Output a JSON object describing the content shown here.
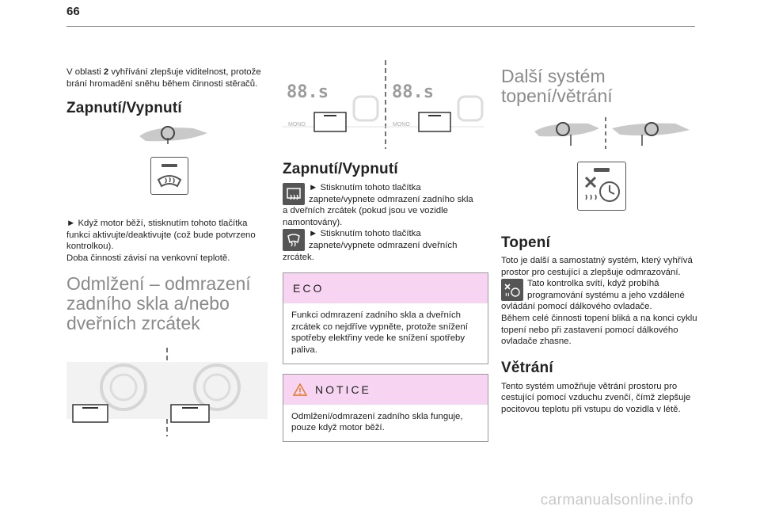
{
  "page_number": "66",
  "col1": {
    "intro": "V oblasti 2 vyhřívání zlepšuje viditelnost, protože brání hromadění sněhu během činnosti stěračů.",
    "h_onoff": "Zapnutí/Vypnutí",
    "p_onoff": "► Když motor běží, stisknutím tohoto tlačítka funkci aktivujte/deaktivujte (což bude potvrzeno kontrolkou).",
    "p_duration": "Doba činnosti závisí na venkovní teplotě.",
    "h_defrost": "Odmlžení – odmrazení zadního skla a/nebo dveřních zrcátek"
  },
  "col2": {
    "display_left": "88.s",
    "display_right": "88.s",
    "mono_left": "MONO",
    "mono_right": "MONO",
    "h_onoff": "Zapnutí/Vypnutí",
    "p1": "► Stisknutím tohoto tlačítka zapnete/vypnete odmrazení zadního skla a dveřních zrcátek (pokud jsou ve vozidle namontovány).",
    "p2": "► Stisknutím tohoto tlačítka zapnete/vypnete odmrazení dveřních zrcátek.",
    "eco_title": "ECO",
    "eco_text": "Funkci odmrazení zadního skla a dveřních zrcátek co nejdříve vypněte, protože snížení spotřeby elektřiny vede ke snížení spotřeby paliva.",
    "notice_title": "NOTICE",
    "notice_text": "Odmlžení/odmrazení zadního skla funguje, pouze když motor běží."
  },
  "col3": {
    "h_other": "Další systém topení/větrání",
    "h_heating": "Topení",
    "p_heat1": "Toto je další a samostatný systém, který vyhřívá prostor pro cestující a zlepšuje odmrazování.",
    "p_heat2": "Tato kontrolka svítí, když probíhá programování systému a jeho vzdálené ovládání pomocí dálkového ovladače.",
    "p_heat3": "Během celé činnosti topení bliká a na konci cyklu topení nebo při zastavení pomocí dálkového ovladače zhasne.",
    "h_vent": "Větrání",
    "p_vent": "Tento systém umožňuje větrání prostoru pro cestující pomocí vzduchu zvenčí, čímž zlepšuje pocitovou teplotu při vstupu do vozidla v létě."
  },
  "watermark": "carmanualsonline.info",
  "colors": {
    "heading_grey": "#8a8a8a",
    "callout_pink": "#f7d5f2",
    "warning_orange": "#e8731a"
  }
}
